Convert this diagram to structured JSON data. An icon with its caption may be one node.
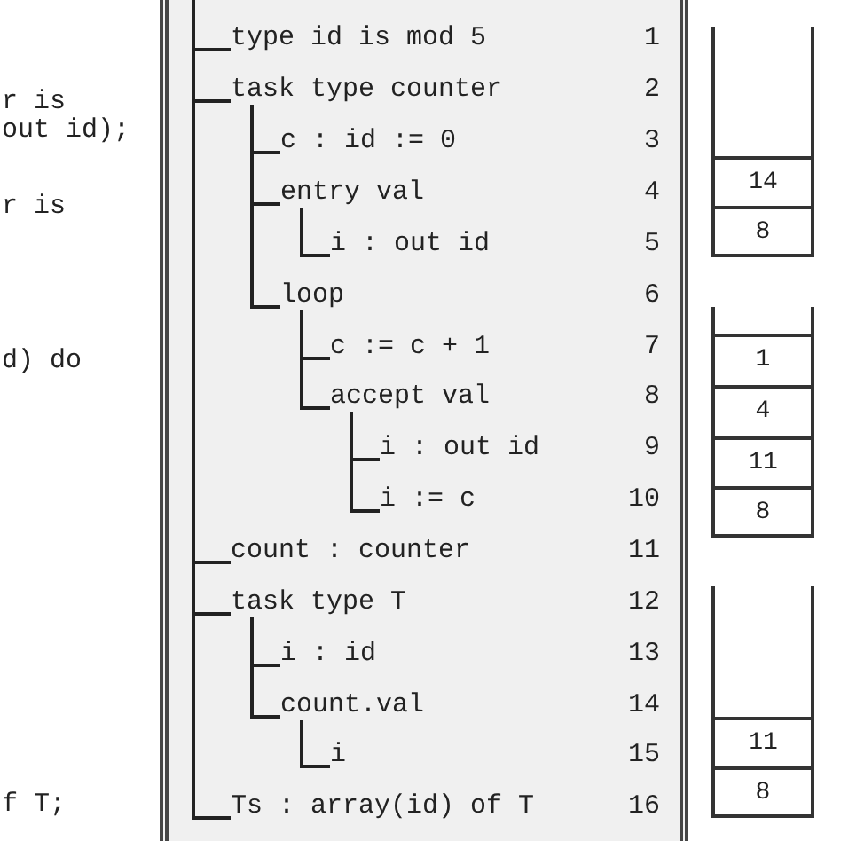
{
  "diagram": {
    "nodes": [
      {
        "text": [],
        "shape": "box"
      },
      {
        "text": [
          "type id is mod 5"
        ],
        "beside": [
          "1"
        ],
        "in": 0
      },
      {
        "text": [
          "task type counter"
        ],
        "beside": [
          "2"
        ],
        "in": 0
      },
      {
        "text": [
          "c : id := 0"
        ],
        "beside": [
          "3"
        ],
        "in": 0
      },
      {
        "text": [
          "entry val"
        ],
        "beside": [
          "4"
        ],
        "in": 0
      },
      {
        "text": [
          "i : out id"
        ],
        "beside": [
          "5"
        ],
        "in": 0
      },
      {
        "text": [
          "loop"
        ],
        "beside": [
          "6"
        ],
        "in": 0
      },
      {
        "text": [
          "c := c + 1"
        ],
        "beside": [
          "7"
        ],
        "in": 0
      },
      {
        "text": [
          "accept val"
        ],
        "beside": [
          "8"
        ],
        "in": 0
      },
      {
        "text": [
          "i : out id"
        ],
        "beside": [
          "9"
        ],
        "in": 0
      },
      {
        "text": [
          "i := c"
        ],
        "beside": [
          "10"
        ],
        "in": 0
      },
      {
        "text": [
          "count : counter"
        ],
        "beside": [
          "11"
        ],
        "in": 0
      },
      {
        "text": [
          "task type T"
        ],
        "beside": [
          "12"
        ],
        "in": 0
      },
      {
        "text": [
          "i : id"
        ],
        "beside": [
          "13"
        ],
        "in": 0
      },
      {
        "text": [
          "count.val"
        ],
        "beside": [
          "14"
        ],
        "in": 0
      },
      {
        "text": [
          "i"
        ],
        "beside": [
          "15"
        ],
        "in": 0
      },
      {
        "text": [
          "Ts : array(id) of T"
        ],
        "beside": [
          "16"
        ],
        "in": 0
      },
      {
        "text": [],
        "shape": "box"
      },
      {
        "text": [
          "14"
        ],
        "in": 17
      },
      {
        "text": [
          "8"
        ],
        "in": 17
      },
      {
        "text": [],
        "shape": "box"
      },
      {
        "text": [
          "1"
        ],
        "in": 20
      },
      {
        "text": [
          "4"
        ],
        "in": 20
      },
      {
        "text": [
          "11"
        ],
        "in": 20
      },
      {
        "text": [
          "8"
        ],
        "in": 20
      },
      {
        "text": [],
        "shape": "box"
      },
      {
        "text": [
          "11"
        ],
        "in": 25
      },
      {
        "text": [
          "8"
        ],
        "in": 25
      }
    ],
    "edges": [
      {
        "from": null,
        "to": 1,
        "arrow": "none"
      },
      {
        "from": null,
        "to": 2,
        "arrow": "none"
      },
      {
        "from": 2,
        "to": 3,
        "arrow": "none"
      },
      {
        "from": 2,
        "to": 4,
        "arrow": "none"
      },
      {
        "from": 4,
        "to": 5,
        "arrow": "none"
      },
      {
        "from": 2,
        "to": 6,
        "arrow": "none"
      },
      {
        "from": 6,
        "to": 7,
        "arrow": "none"
      },
      {
        "from": 6,
        "to": 8,
        "arrow": "none"
      },
      {
        "from": 8,
        "to": 9,
        "arrow": "none"
      },
      {
        "from": 8,
        "to": 10,
        "arrow": "none"
      },
      {
        "from": null,
        "to": 11,
        "arrow": "none"
      },
      {
        "from": null,
        "to": 12,
        "arrow": "none"
      },
      {
        "from": 12,
        "to": 13,
        "arrow": "none"
      },
      {
        "from": 12,
        "to": 14,
        "arrow": "none"
      },
      {
        "from": 14,
        "to": 15,
        "arrow": "none"
      },
      {
        "from": null,
        "to": 16,
        "arrow": "none"
      }
    ],
    "labels": [
      "r is",
      "out id);",
      "r is",
      "d) do",
      "f T;"
    ]
  }
}
